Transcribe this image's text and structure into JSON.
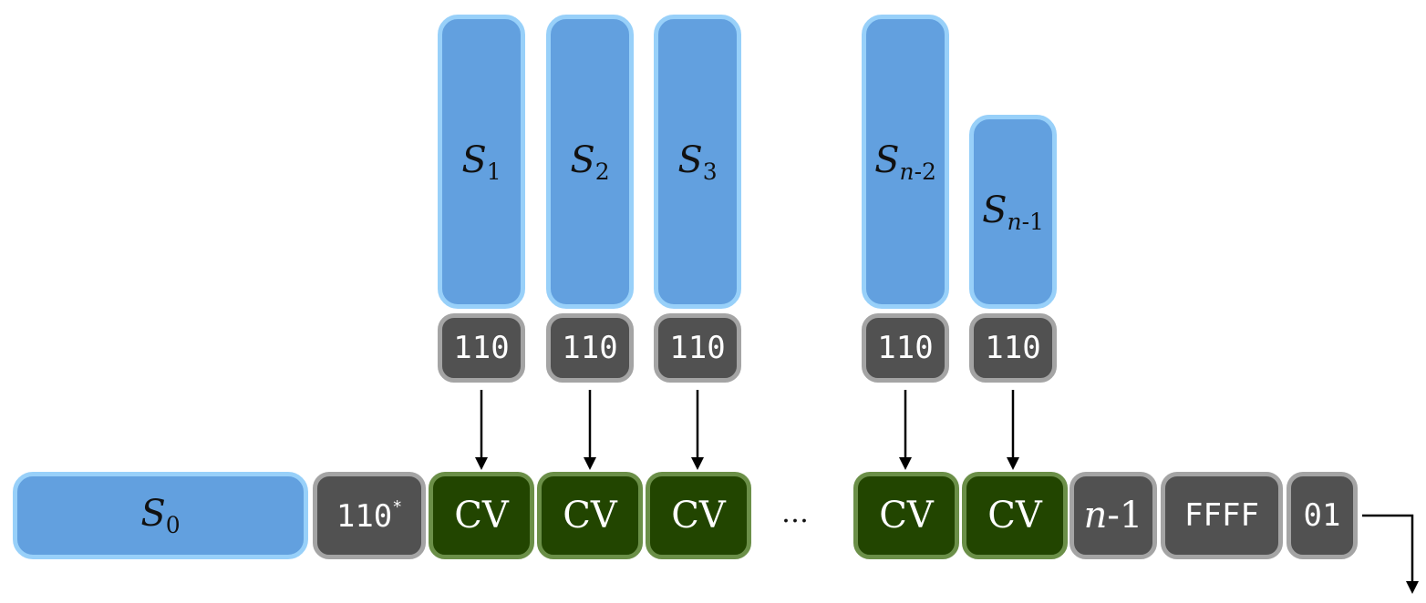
{
  "colors": {
    "block_fill": "#62a0df",
    "block_border": "#98d0f9",
    "tag_fill": "#515151",
    "tag_border": "#a4a4a4",
    "cv_fill": "#224500",
    "cv_border": "#6b8f48"
  },
  "subblocks": [
    {
      "base": "S",
      "sub": "1",
      "tag": "110"
    },
    {
      "base": "S",
      "sub": "2",
      "tag": "110"
    },
    {
      "base": "S",
      "sub": "3",
      "tag": "110"
    },
    {
      "base": "S",
      "sub_var": "n",
      "sub_rest": "-2",
      "tag": "110"
    },
    {
      "base": "S",
      "sub_var": "n",
      "sub_rest": "-1",
      "tag": "110"
    }
  ],
  "bottom": {
    "s0": {
      "base": "S",
      "sub": "0"
    },
    "tag0": {
      "text": "110",
      "star": "*"
    },
    "cv_labels": [
      "CV",
      "CV",
      "CV",
      "CV",
      "CV"
    ],
    "ellipsis": "…",
    "count": {
      "var": "n",
      "rest": "-1"
    },
    "terminator": "FFFF",
    "suffix": "01"
  }
}
